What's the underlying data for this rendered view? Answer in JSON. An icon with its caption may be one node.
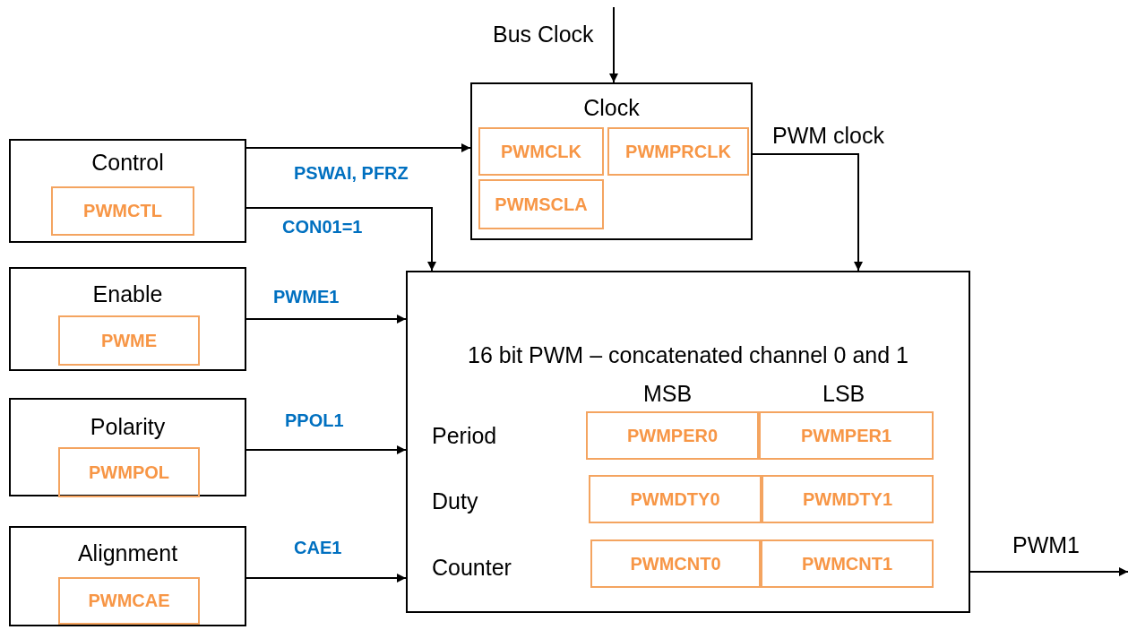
{
  "diagram": {
    "nodes": [
      {
        "text": [
          "Clock"
        ]
      },
      {
        "text": [
          "PWMCLK"
        ],
        "in": 0
      },
      {
        "text": [
          "PWMPRCLK"
        ],
        "in": 0
      },
      {
        "text": [
          "PWMSCLA"
        ],
        "in": 0
      },
      {
        "text": [
          "Control"
        ]
      },
      {
        "text": [
          "PWMCTL"
        ],
        "in": 4
      },
      {
        "text": [
          "Enable"
        ]
      },
      {
        "text": [
          "PWME"
        ],
        "in": 6
      },
      {
        "text": [
          "Polarity"
        ]
      },
      {
        "text": [
          "PWMPOL"
        ],
        "in": 8
      },
      {
        "text": [
          "Alignment"
        ]
      },
      {
        "text": [
          "PWMCAE"
        ],
        "in": 10
      },
      {
        "text": [
          "16 bit PWM – concatenated channel 0 and 1"
        ]
      },
      {
        "text": [
          "PWMPER0"
        ],
        "in": 12
      },
      {
        "text": [
          "PWMPER1"
        ],
        "in": 12
      },
      {
        "text": [
          "PWMDTY0"
        ],
        "in": 12
      },
      {
        "text": [
          "PWMDTY1"
        ],
        "in": 12
      },
      {
        "text": [
          "PWMCNT0"
        ],
        "in": 12
      },
      {
        "text": [
          "PWMCNT1"
        ],
        "in": 12
      }
    ],
    "edges": [
      {
        "from": null,
        "to": 0,
        "arrow": "to",
        "label": "Bus Clock"
      },
      {
        "from": 4,
        "to": 0,
        "arrow": "to",
        "label": "PSWAI, PFRZ"
      },
      {
        "from": 4,
        "to": 12,
        "arrow": "to",
        "label": "CON01=1"
      },
      {
        "from": 0,
        "to": 12,
        "arrow": "to",
        "label": "PWM clock"
      },
      {
        "from": 6,
        "to": 12,
        "arrow": "to",
        "label": "PWME1"
      },
      {
        "from": 8,
        "to": 12,
        "arrow": "to",
        "label": "PPOL1"
      },
      {
        "from": 10,
        "to": 12,
        "arrow": "to",
        "label": "CAE1"
      },
      {
        "from": 12,
        "to": null,
        "arrow": "to",
        "label": "PWM1"
      }
    ],
    "labels": [
      "MSB",
      "LSB",
      "Period",
      "Duty",
      "Counter"
    ]
  }
}
